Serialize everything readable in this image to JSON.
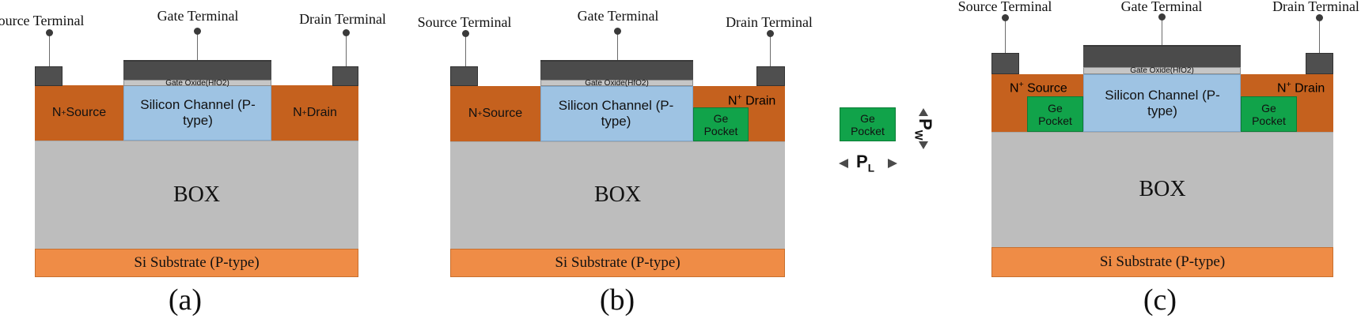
{
  "labels": {
    "source_terminal": "Source Terminal",
    "gate_terminal": "Gate Terminal",
    "drain_terminal": "Drain Terminal",
    "gate_oxide": "Gate Oxide(HfO2)",
    "silicon_channel": "Silicon Channel (P-type)",
    "box": "BOX",
    "si_substrate": "Si Substrate (P-type)",
    "n_plus": "N",
    "plus": "+",
    "source": " Source",
    "drain": " Drain",
    "ge_pocket": "Ge Pocket"
  },
  "panels": {
    "a": "(a)",
    "b": "(b)",
    "c": "(c)"
  },
  "dimension": {
    "pl": "P",
    "pl_sub": "L",
    "pw": "P",
    "pw_sub": "W"
  },
  "colors": {
    "substrate": "#ef8c46",
    "box": "#bdbdbd",
    "n_region": "#c5611e",
    "channel": "#9ec3e3",
    "ge_pocket": "#11a34a",
    "gate_oxide": "#c6c6c6",
    "gate_metal": "#4b4b4b",
    "contact": "#4f4f4f"
  }
}
